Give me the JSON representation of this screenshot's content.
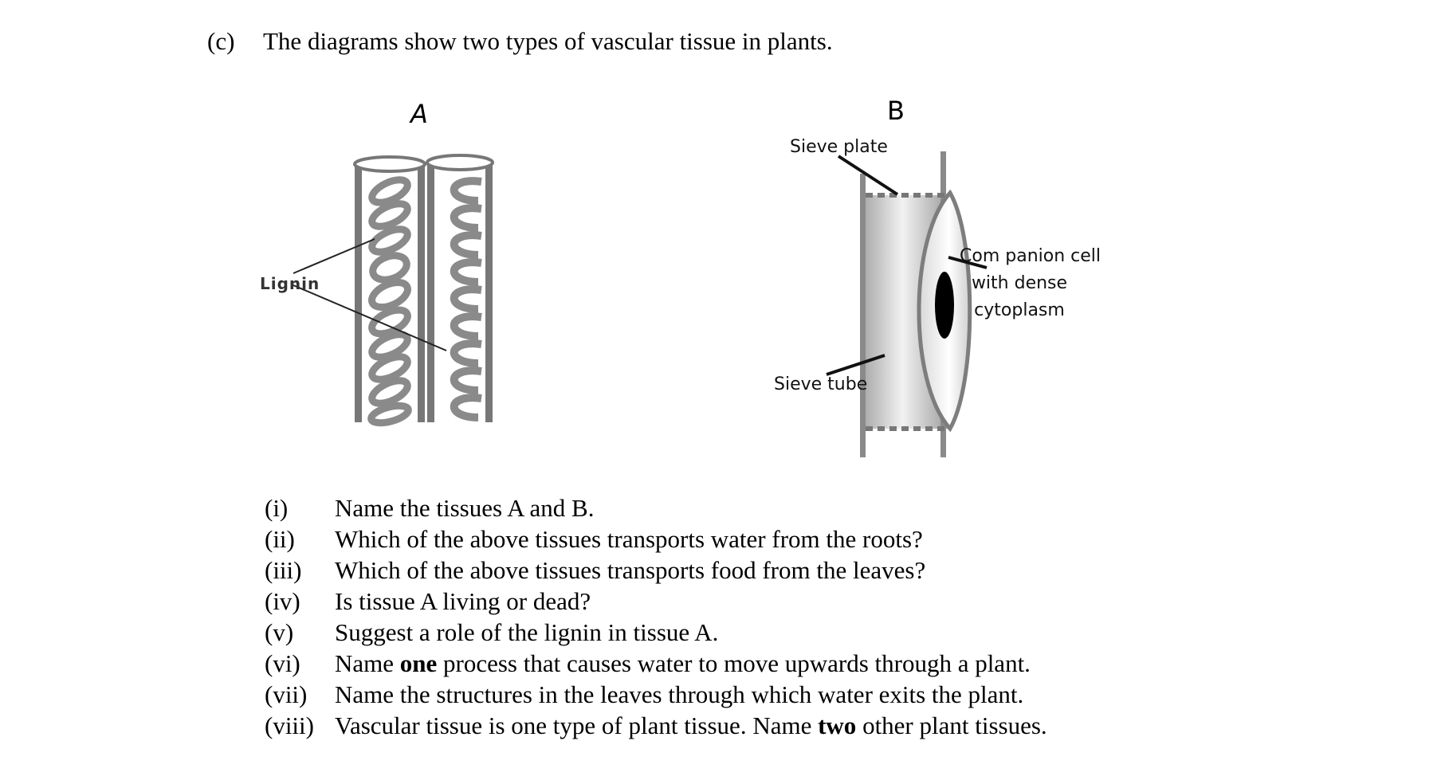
{
  "heading": {
    "number": "(c)",
    "text": "The diagrams show two types of vascular tissue in plants."
  },
  "diagram_a": {
    "title": "A",
    "labels": {
      "lignin": "Lignin"
    }
  },
  "diagram_b": {
    "title": "B",
    "labels": {
      "sieve_plate": "Sieve plate",
      "sieve_tube": "Sieve tube",
      "companion_line1": "Com panion cell",
      "companion_line2": "with dense",
      "companion_line3": "cytoplasm"
    }
  },
  "questions": [
    {
      "num": "(i)",
      "text": "Name the tissues A and B."
    },
    {
      "num": "(ii)",
      "text": "Which of the above tissues transports water from the roots?"
    },
    {
      "num": "(iii)",
      "text": "Which of the above tissues transports food from the leaves?"
    },
    {
      "num": "(iv)",
      "text": "Is tissue A living or dead?"
    },
    {
      "num": "(v)",
      "text": "Suggest a role of the lignin in tissue A."
    },
    {
      "num": "(vi)",
      "pre": "Name ",
      "bold": "one",
      "post": " process that causes water to move upwards through a plant."
    },
    {
      "num": "(vii)",
      "text": "Name the structures in the leaves through which water exits the plant."
    },
    {
      "num": "(viii)",
      "pre": "Vascular tissue is one type of plant tissue. Name ",
      "bold": "two",
      "post": " other plant tissues."
    }
  ]
}
